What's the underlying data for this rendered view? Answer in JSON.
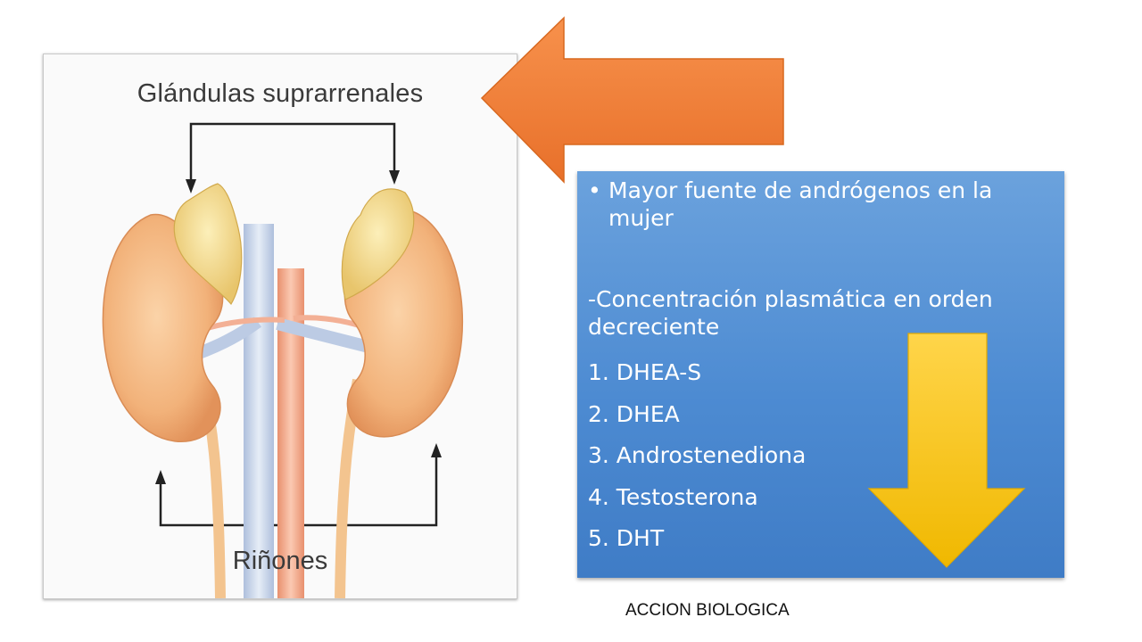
{
  "figure": {
    "label_top": "Glándulas suprarrenales",
    "label_bottom": "Riñones",
    "colors": {
      "kidney": "#f2b27a",
      "adrenal": "#f7d98a",
      "vessel": "#c9d6ea",
      "artery": "#f0a98d"
    }
  },
  "textbox": {
    "bullet": "Mayor fuente de andrógenos en la mujer",
    "subheading": "-Concentración plasmática en orden decreciente",
    "items": [
      "1. DHEA-S",
      "2. DHEA",
      "3. Androstenediona",
      "4. Testosterona",
      "5. DHT"
    ],
    "color": "#5b95d8"
  },
  "arrows": {
    "orange": "#ee7a32",
    "yellow": "#f5c400"
  },
  "caption": "ACCION BIOLOGICA"
}
